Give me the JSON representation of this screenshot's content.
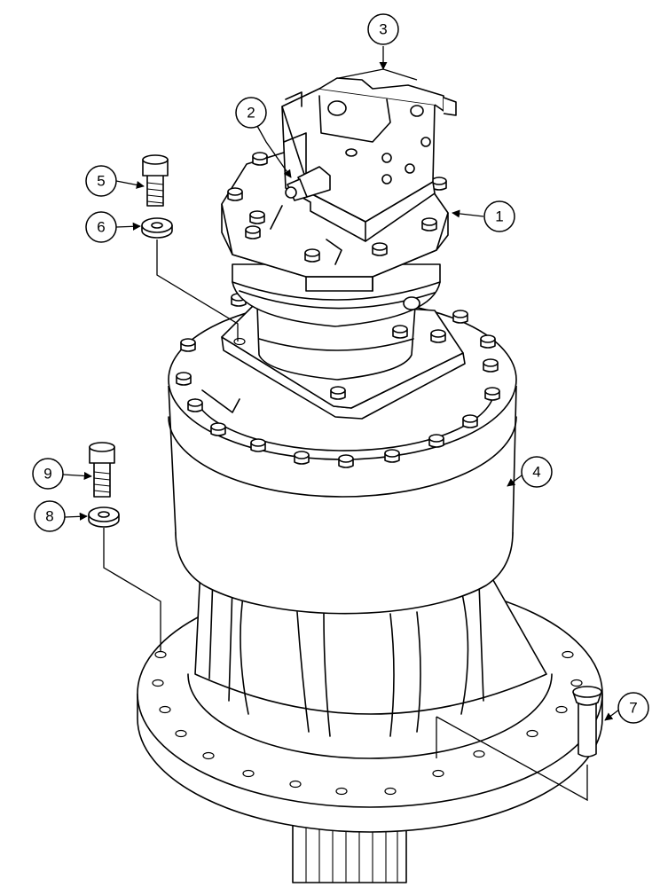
{
  "callouts": [
    {
      "id": "c1",
      "label": "1"
    },
    {
      "id": "c2",
      "label": "2"
    },
    {
      "id": "c3",
      "label": "3"
    },
    {
      "id": "c4",
      "label": "4"
    },
    {
      "id": "c5",
      "label": "5"
    },
    {
      "id": "c6",
      "label": "6"
    },
    {
      "id": "c7",
      "label": "7"
    },
    {
      "id": "c8",
      "label": "8"
    },
    {
      "id": "c9",
      "label": "9"
    }
  ]
}
